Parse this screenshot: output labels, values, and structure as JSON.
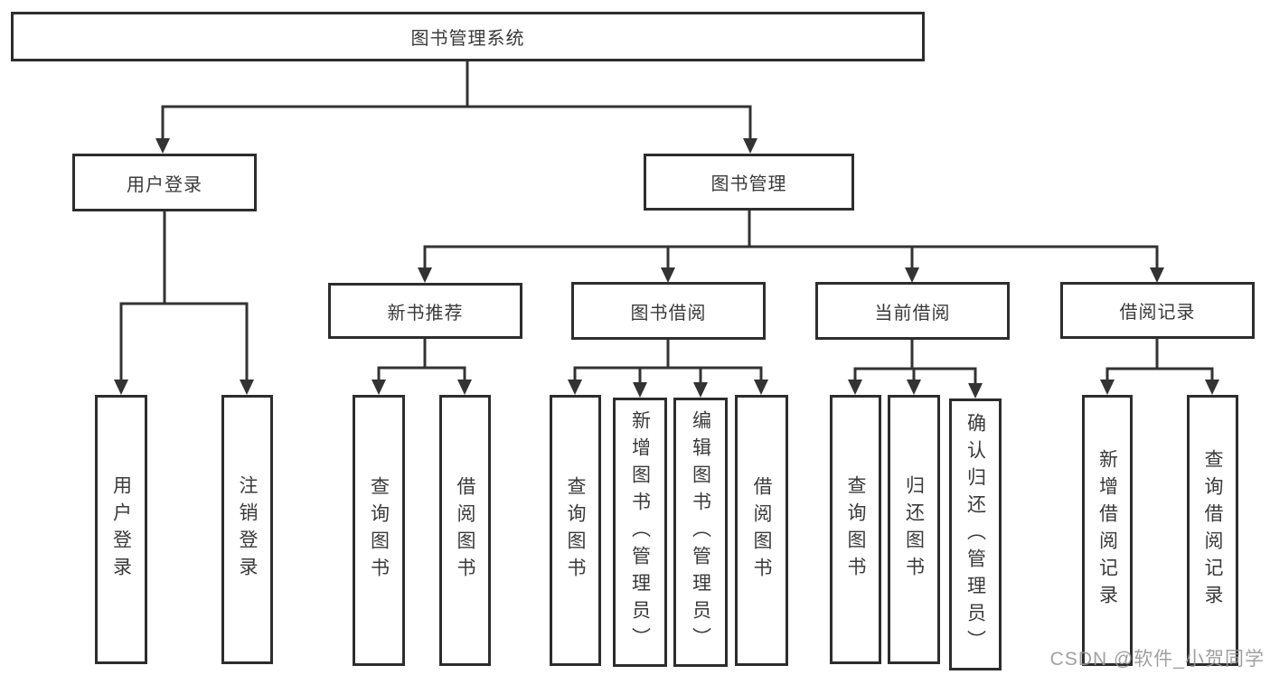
{
  "diagram": {
    "root": {
      "label": "图书管理系统"
    },
    "branches": {
      "user_login": {
        "label": "用户登录",
        "children": [
          {
            "label": "用户登录"
          },
          {
            "label": "注销登录"
          }
        ]
      },
      "book_mgmt": {
        "label": "图书管理",
        "children": [
          {
            "label": "新书推荐",
            "children": [
              {
                "label": "查询图书"
              },
              {
                "label": "借阅图书"
              }
            ]
          },
          {
            "label": "图书借阅",
            "children": [
              {
                "label": "查询图书"
              },
              {
                "label": "新增图书（管理员）"
              },
              {
                "label": "编辑图书（管理员）"
              },
              {
                "label": "借阅图书"
              }
            ]
          },
          {
            "label": "当前借阅",
            "children": [
              {
                "label": "查询图书"
              },
              {
                "label": "归还图书"
              },
              {
                "label": "确认归还（管理员）"
              }
            ]
          },
          {
            "label": "借阅记录",
            "children": [
              {
                "label": "新增借阅记录"
              },
              {
                "label": "查询借阅记录"
              }
            ]
          }
        ]
      }
    }
  },
  "watermark": {
    "text": "CSDN @软件_小贺同学"
  },
  "colors": {
    "line": "#333333",
    "box_border": "#2d2d2d",
    "text": "#3a3a3a",
    "watermark": "#9a9a9a",
    "background": "#ffffff"
  }
}
